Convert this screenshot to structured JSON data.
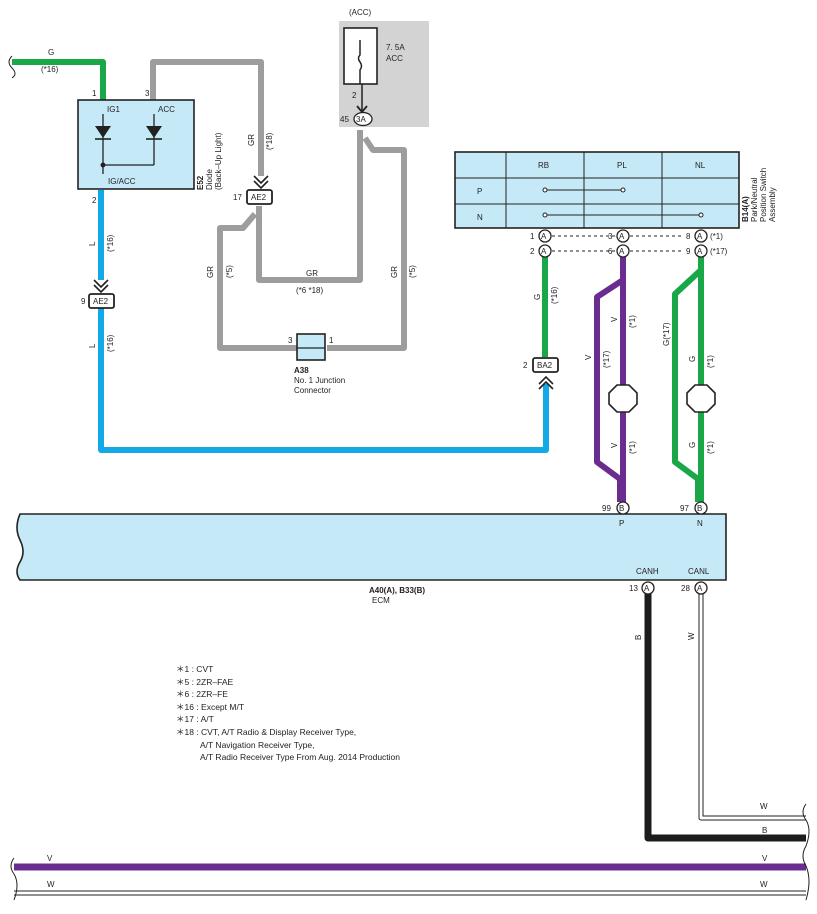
{
  "components": {
    "diode": {
      "ref": "E52",
      "name": "Diode",
      "sub": "(Back–Up Light)",
      "ig1": "IG1",
      "acc": "ACC",
      "igacc": "IG/ACC",
      "pin1": "1",
      "pin3": "3",
      "pin2": "2"
    },
    "fuse": {
      "label": "(ACC)",
      "rating": "7. 5A",
      "name": "ACC",
      "pin": "2",
      "conn_pin": "45",
      "conn": "3A"
    },
    "pnp": {
      "ref": "B14(A)",
      "line1": "Park/Neutral",
      "line2": "Position Switch",
      "line3": "Assembly",
      "cols": [
        "RB",
        "PL",
        "NL"
      ],
      "rows": [
        "P",
        "N"
      ]
    },
    "junction": {
      "ref": "A38",
      "line1": "No.  1 Junction",
      "line2": "Connector",
      "pin_left": "3",
      "pin_right": "1"
    },
    "ecm": {
      "ref": "A40(A), B33(B)",
      "name": "ECM",
      "canh": "CANH",
      "canl": "CANL",
      "p": "P",
      "n": "N"
    }
  },
  "connectors": {
    "ae2_top": {
      "name": "AE2",
      "pin": "17"
    },
    "ae2_left": {
      "name": "AE2",
      "pin": "9"
    },
    "ba2": {
      "name": "BA2",
      "pin": "2"
    }
  },
  "pins": {
    "pnp_1": "1",
    "pnp_2": "2",
    "pnp_3": "3",
    "pnp_6": "6",
    "pnp_8": "8",
    "pnp_9": "9",
    "pnp_a": "A",
    "pnp_note8": "(*1)",
    "pnp_note9": "(*17)",
    "ecm_99": "99",
    "ecm_97": "97",
    "ecm_b": "B",
    "ecm_13": "13",
    "ecm_28": "28",
    "ecm_a": "A"
  },
  "wires": {
    "g": "G",
    "note16": "(*16)",
    "gr": "GR",
    "note18": "(*18)",
    "note5": "(*5)",
    "note6_18": "(*6 *18)",
    "l": "L",
    "v": "V",
    "note17": "(*17)",
    "note1": "(*1)",
    "g17": "G(*17)",
    "b": "B",
    "w": "W"
  },
  "notes": {
    "n1": "＊1 : CVT",
    "n5": "＊5 : 2ZR–FAE",
    "n6": "＊6 : 2ZR–FE",
    "n16": "＊16 : Except M/T",
    "n17": "＊17 : A/T",
    "n18a": "＊18 : CVT, A/T Radio & Display Receiver Type,",
    "n18b": "A/T Navigation Receiver Type,",
    "n18c": "A/T Radio Receiver Type From Aug.  2014 Production"
  },
  "colors": {
    "green": "#1aa748",
    "gray": "#9d9d9e",
    "blue": "#13a9e6",
    "purple": "#6b2c8f",
    "black": "#1c1c1c",
    "box": "#c6e9f7"
  }
}
